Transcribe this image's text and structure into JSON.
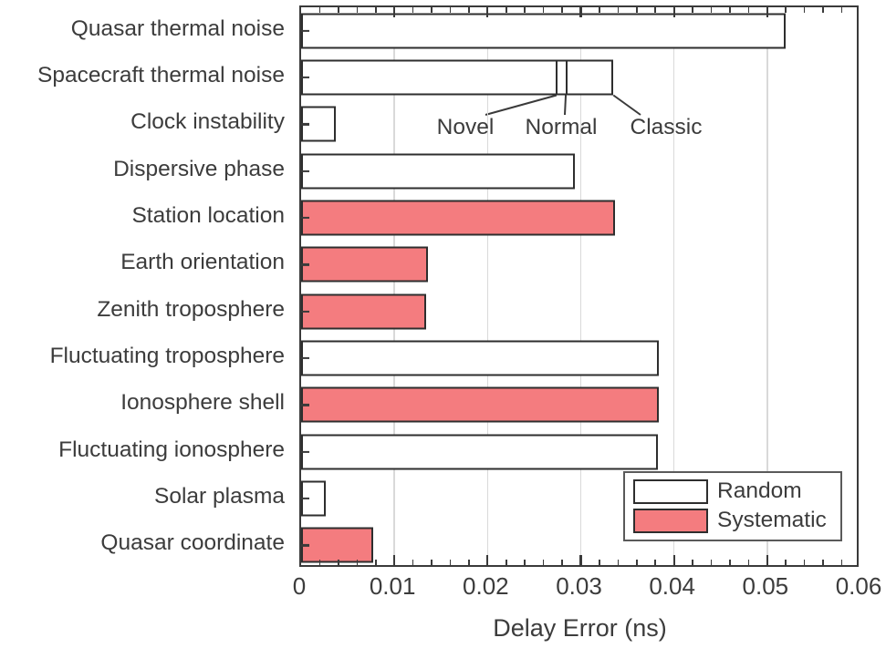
{
  "chart_data": {
    "type": "bar",
    "orientation": "horizontal",
    "title": "",
    "xlabel": "Delay Error (ns)",
    "ylabel": "",
    "xlim": [
      0,
      0.06
    ],
    "ylim": [
      0,
      12
    ],
    "grid": true,
    "xticks": [
      0,
      0.01,
      0.02,
      0.03,
      0.04,
      0.05,
      0.06
    ],
    "xticklabels": [
      "0",
      "0.01",
      "0.02",
      "0.03",
      "0.04",
      "0.05",
      "0.06"
    ],
    "minor_ticks_per_interval": 5,
    "categories": [
      "Quasar thermal noise",
      "Spacecraft thermal noise",
      "Clock instability",
      "Dispersive phase",
      "Station location",
      "Earth orientation",
      "Zenith troposphere",
      "Fluctuating troposphere",
      "Ionosphere shell",
      "Fluctuating ionosphere",
      "Solar plasma",
      "Quasar coordinate"
    ],
    "values": [
      0.052,
      0.0335,
      0.0037,
      0.0294,
      0.0337,
      0.0136,
      0.0134,
      0.0384,
      0.0384,
      0.0383,
      0.0026,
      0.0077
    ],
    "series_of": [
      "Random",
      "Random",
      "Random",
      "Random",
      "Systematic",
      "Systematic",
      "Systematic",
      "Random",
      "Systematic",
      "Random",
      "Random",
      "Systematic"
    ],
    "legend": {
      "position": "lower right",
      "entries": [
        {
          "label": "Random",
          "color": "#ffffff"
        },
        {
          "label": "Systematic",
          "color": "#f47c7f"
        }
      ]
    },
    "annotations": {
      "category": "Spacecraft thermal noise",
      "markers": [
        {
          "label": "Novel",
          "value": 0.0274
        },
        {
          "label": "Normal",
          "value": 0.0285
        },
        {
          "label": "Classic",
          "value": 0.0335
        }
      ]
    }
  },
  "colors": {
    "random_fill": "#ffffff",
    "systematic_fill": "#f47c7f",
    "bar_edge": "#2e2e2e",
    "axis": "#3a3a3a",
    "grid": "#d9d9d9",
    "text": "#3c3c3c"
  },
  "axis": {
    "xlabel": "Delay Error (ns)",
    "xticklabels": [
      "0",
      "0.01",
      "0.02",
      "0.03",
      "0.04",
      "0.05",
      "0.06"
    ]
  },
  "ylabels": [
    "Quasar thermal noise",
    "Spacecraft thermal noise",
    "Clock instability",
    "Dispersive phase",
    "Station location",
    "Earth orientation",
    "Zenith troposphere",
    "Fluctuating troposphere",
    "Ionosphere shell",
    "Fluctuating ionosphere",
    "Solar plasma",
    "Quasar coordinate"
  ],
  "annotation_labels": [
    "Novel",
    "Normal",
    "Classic"
  ],
  "legend": {
    "random_label": "Random",
    "systematic_label": "Systematic"
  }
}
